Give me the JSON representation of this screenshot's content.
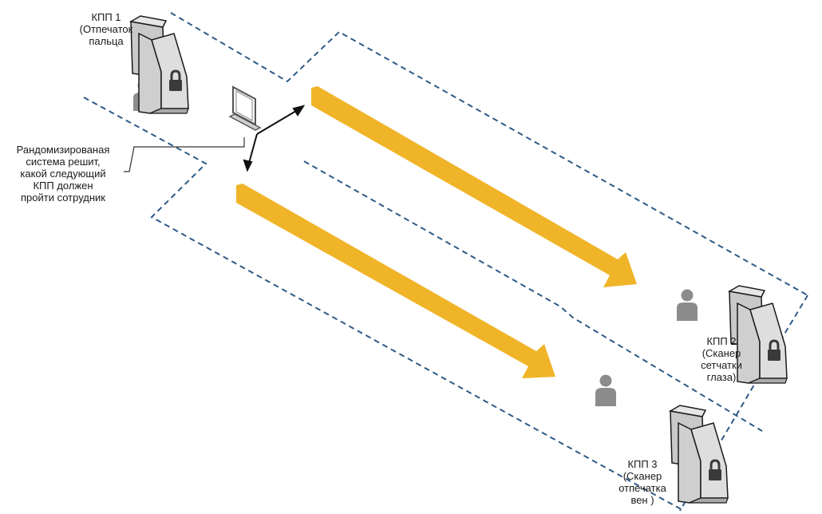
{
  "checkpoints": [
    {
      "id": "kpp1",
      "lines": [
        "КПП 1",
        "(Отпечаток",
        "пальца"
      ]
    },
    {
      "id": "kpp2",
      "lines": [
        "КПП 2",
        "(Сканер",
        "сетчатки",
        "глаза)"
      ]
    },
    {
      "id": "kpp3",
      "lines": [
        "КПП 3",
        "(Сканер",
        "отпечатка",
        "вен )"
      ]
    }
  ],
  "annotation": {
    "lines": [
      "Рандомизированая",
      "система решит,",
      "какой следующий",
      "КПП должен",
      "пройти сотрудник"
    ]
  },
  "icons": {
    "person": "person-icon",
    "terminal": "computer-terminal-icon",
    "gate": "security-gate-icon",
    "lock": "padlock-icon"
  },
  "colors": {
    "corridor_border": "#2e5a87",
    "route_arrow": "#f0b429",
    "person": "#8c8c8c",
    "gate_fill": "#d6d6d6",
    "gate_outline": "#1a1a1a"
  }
}
